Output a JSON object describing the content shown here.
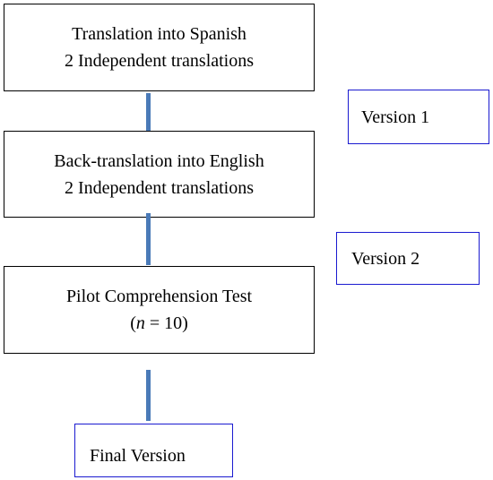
{
  "steps": [
    {
      "line1": "Translation into Spanish",
      "line2": "2 Independent translations"
    },
    {
      "line1": "Back-translation into English",
      "line2": "2 Independent translations"
    },
    {
      "line1": "Pilot Comprehension Test",
      "line2_open": "(",
      "line2_n": "n",
      "line2_rest": " = 10)"
    }
  ],
  "versions": {
    "v1": "Version 1",
    "v2": "Version 2",
    "final": "Final Version"
  },
  "colors": {
    "connector": "#4a7ab8",
    "version_border": "#1a1ad0",
    "step_border": "#000000"
  }
}
